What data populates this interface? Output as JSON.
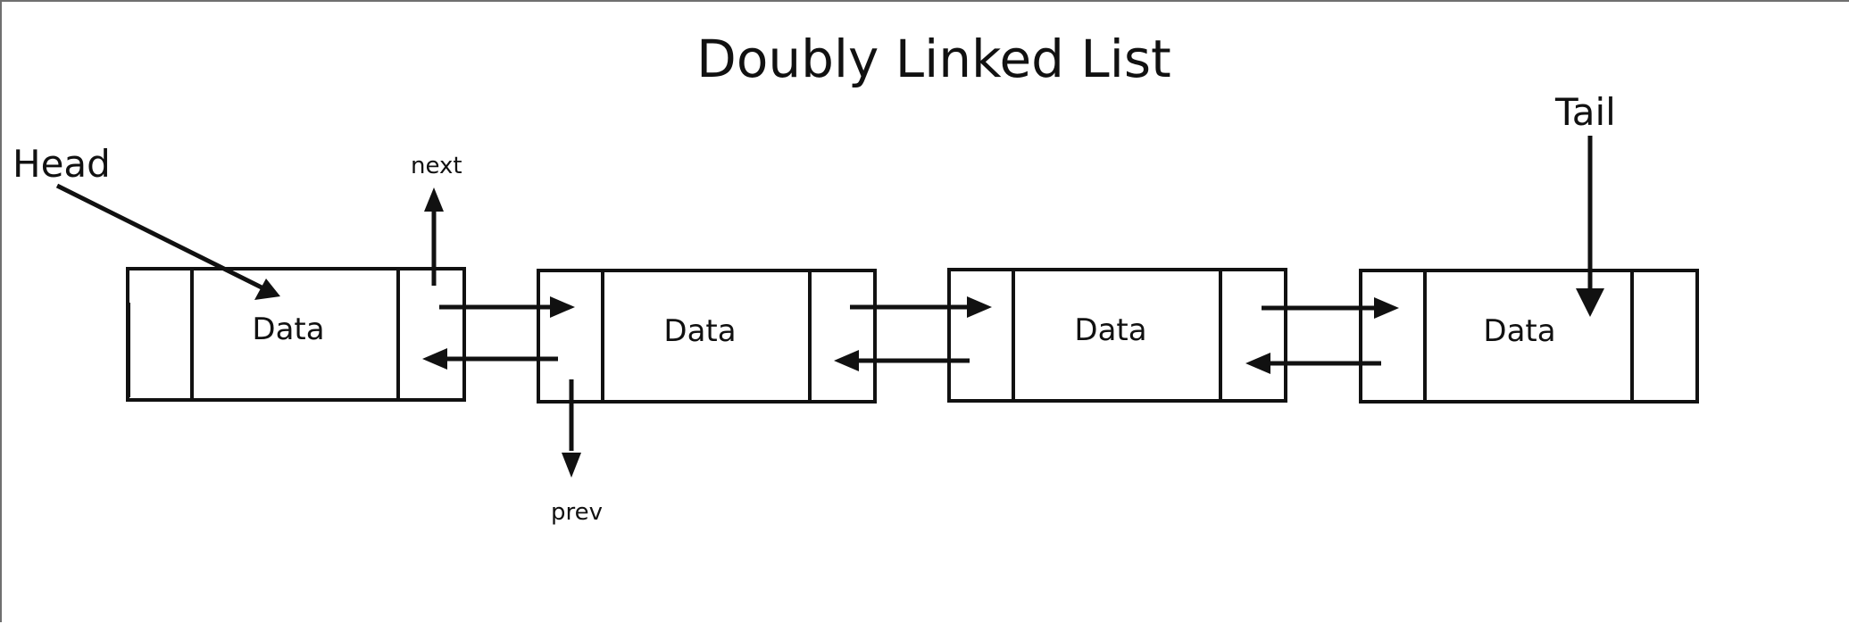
{
  "diagram": {
    "title": "Doubly Linked List",
    "head_label": "Head",
    "tail_label": "Tail",
    "next_label": "next",
    "prev_label": "prev",
    "nodes": [
      {
        "data": "Data"
      },
      {
        "data": "Data"
      },
      {
        "data": "Data"
      },
      {
        "data": "Data"
      }
    ]
  }
}
